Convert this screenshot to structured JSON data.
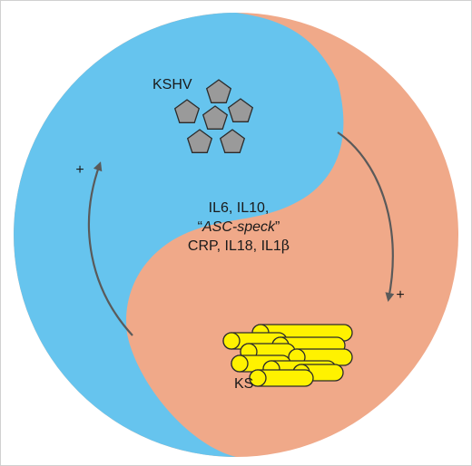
{
  "labels": {
    "virus": "KSHV",
    "tumor": "KS",
    "center_line1": "IL6, IL10,",
    "center_line2_open": "“",
    "center_line2_italic": "ASC-speck",
    "center_line2_close": "”",
    "center_line3_prefix": "CRP, IL18, IL1",
    "center_line3_greek": "β",
    "plus_left": "+",
    "plus_right": "+"
  },
  "colors": {
    "blue_half": "#66c4ee",
    "salmon_half": "#f0a989",
    "pentagon_fill": "#9a9a9a",
    "pentagon_stroke": "#2b2b2b",
    "cylinder_fill": "#fff200",
    "cylinder_stroke": "#2b2b2b",
    "arrow": "#5a5a5a"
  },
  "icons": {
    "virus_particles": "pentagon-icon",
    "tumor_cells": "spindle-cell-icon",
    "cycle_arrows": "curved-arrow-icon"
  }
}
